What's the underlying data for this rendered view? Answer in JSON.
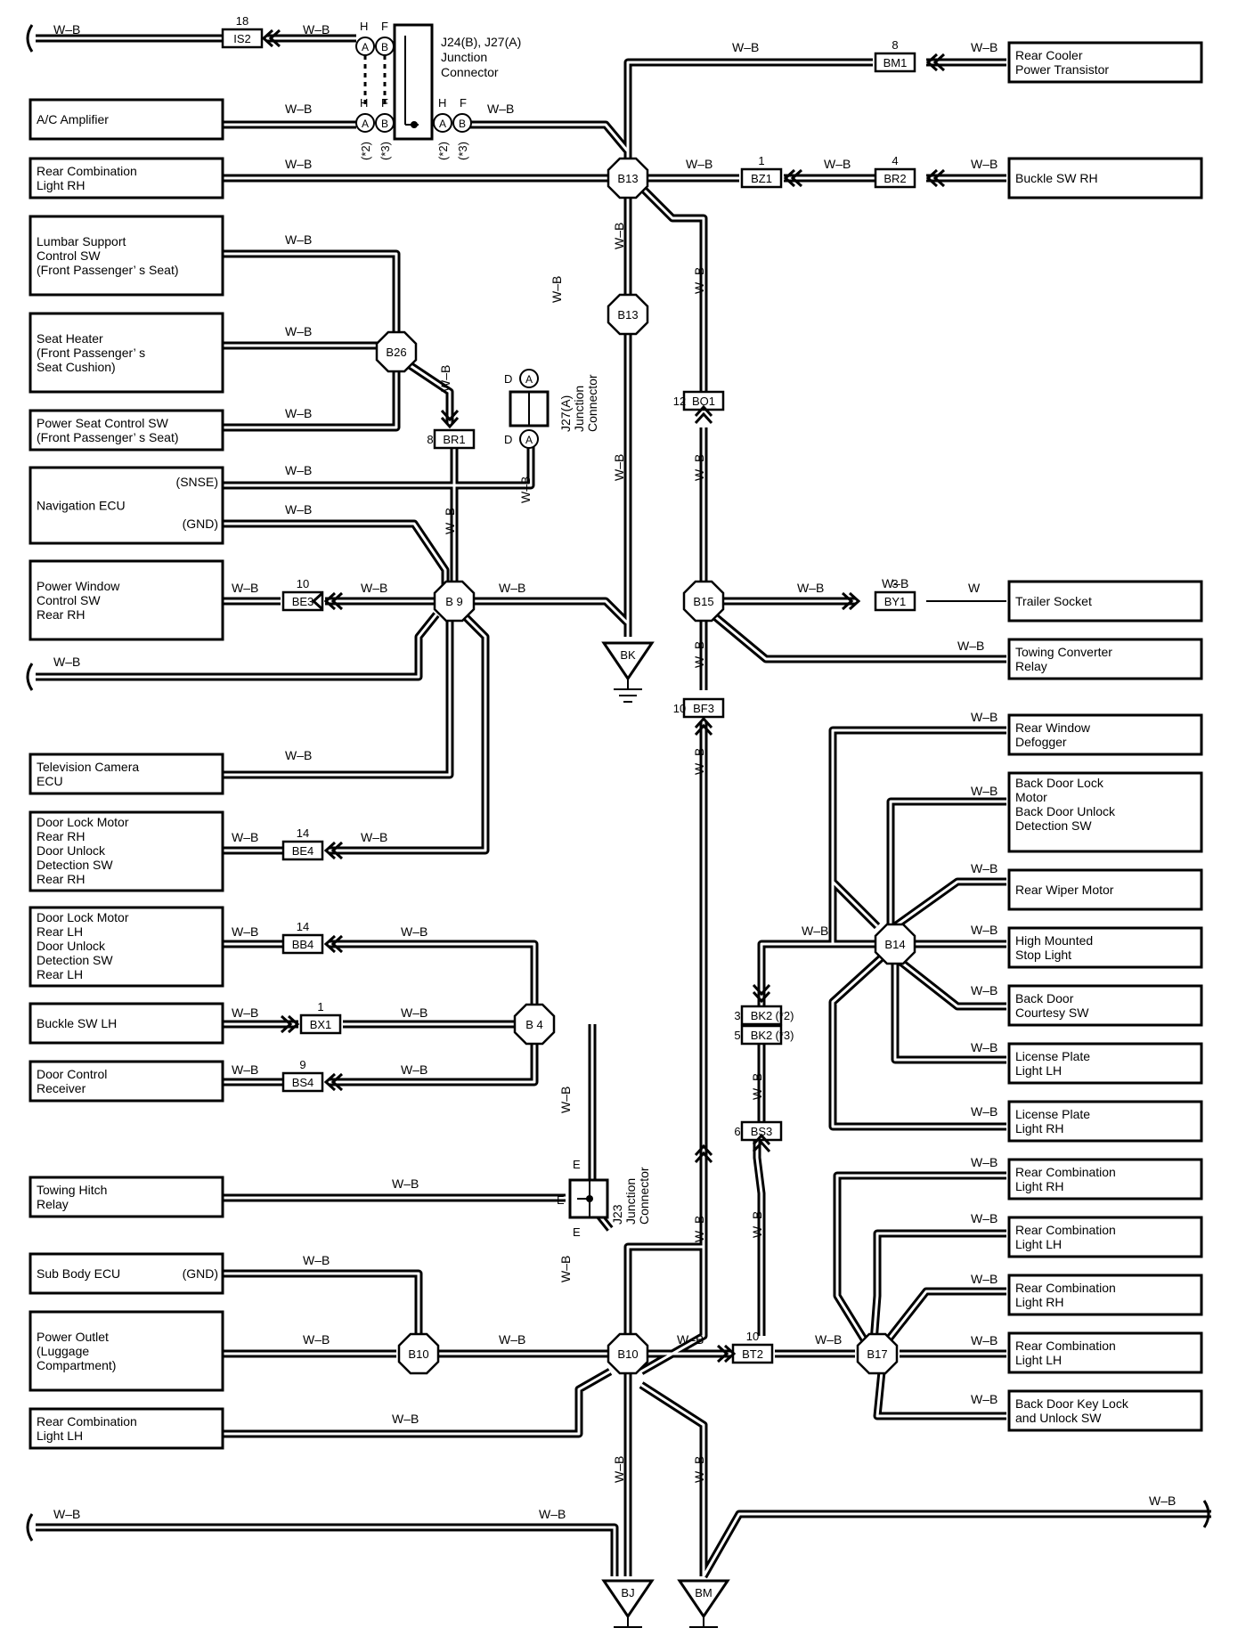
{
  "wire_color": "W–B",
  "wire_w": "W",
  "components": [
    {
      "id": "ac-amplifier",
      "lines": [
        "A/C Amplifier"
      ]
    },
    {
      "id": "rear-combination-light-rh-top",
      "lines": [
        "Rear Combination",
        "Light RH"
      ]
    },
    {
      "id": "lumbar-support-control-sw",
      "lines": [
        "Lumbar Support",
        "Control SW",
        "(Front Passenger’ s Seat)"
      ]
    },
    {
      "id": "seat-heater",
      "lines": [
        "Seat Heater",
        "(Front Passenger’ s",
        " Seat Cushion)"
      ]
    },
    {
      "id": "power-seat-control-sw",
      "lines": [
        "Power Seat Control SW",
        "(Front Passenger’ s Seat)"
      ]
    },
    {
      "id": "navigation-ecu",
      "lines": [
        "Navigation ECU"
      ],
      "pins": [
        "(SNSE)",
        "(GND)"
      ]
    },
    {
      "id": "power-window-control-sw",
      "lines": [
        "Power Window",
        "Control SW",
        "Rear RH"
      ]
    },
    {
      "id": "television-camera-ecu",
      "lines": [
        "Television Camera",
        "ECU"
      ]
    },
    {
      "id": "door-lock-motor-rear-rh",
      "lines": [
        "Door Lock Motor",
        "Rear RH",
        "Door Unlock",
        "Detection SW",
        "Rear RH"
      ]
    },
    {
      "id": "door-lock-motor-rear-lh",
      "lines": [
        "Door Lock Motor",
        "Rear LH",
        "Door Unlock",
        "Detection SW",
        "Rear LH"
      ]
    },
    {
      "id": "buckle-sw-lh",
      "lines": [
        "Buckle SW LH"
      ]
    },
    {
      "id": "door-control-receiver",
      "lines": [
        "Door Control",
        "Receiver"
      ]
    },
    {
      "id": "towing-hitch-relay",
      "lines": [
        "Towing Hitch",
        "Relay"
      ]
    },
    {
      "id": "sub-body-ecu",
      "lines": [
        "Sub Body ECU"
      ],
      "pins": [
        "(GND)"
      ]
    },
    {
      "id": "power-outlet",
      "lines": [
        "Power Outlet",
        "(Luggage",
        " Compartment)"
      ]
    },
    {
      "id": "rear-combination-light-lh-left",
      "lines": [
        "Rear Combination",
        "Light LH"
      ]
    },
    {
      "id": "rear-cooler-power-transistor",
      "lines": [
        "Rear Cooler",
        "Power Transistor"
      ]
    },
    {
      "id": "buckle-sw-rh",
      "lines": [
        "Buckle SW RH"
      ]
    },
    {
      "id": "trailer-socket",
      "lines": [
        "Trailer Socket"
      ]
    },
    {
      "id": "towing-converter-relay",
      "lines": [
        "Towing Converter",
        "Relay"
      ]
    },
    {
      "id": "rear-window-defogger",
      "lines": [
        "Rear Window",
        "Defogger"
      ]
    },
    {
      "id": "back-door-lock-motor",
      "lines": [
        "Back Door Lock",
        "Motor",
        "Back Door Unlock",
        "Detection SW"
      ]
    },
    {
      "id": "rear-wiper-motor",
      "lines": [
        "Rear Wiper Motor"
      ]
    },
    {
      "id": "high-mounted-stop-light",
      "lines": [
        "High Mounted",
        "Stop Light"
      ]
    },
    {
      "id": "back-door-courtesy-sw",
      "lines": [
        "Back Door",
        "Courtesy SW"
      ]
    },
    {
      "id": "license-plate-light-lh",
      "lines": [
        "License Plate",
        "Light LH"
      ]
    },
    {
      "id": "license-plate-light-rh",
      "lines": [
        "License Plate",
        "Light RH"
      ]
    },
    {
      "id": "rear-combination-light-rh-1",
      "lines": [
        "Rear Combination",
        "Light RH"
      ]
    },
    {
      "id": "rear-combination-light-lh-1",
      "lines": [
        "Rear Combination",
        "Light LH"
      ]
    },
    {
      "id": "rear-combination-light-rh-2",
      "lines": [
        "Rear Combination",
        "Light RH"
      ]
    },
    {
      "id": "rear-combination-light-lh-2",
      "lines": [
        "Rear Combination",
        "Light LH"
      ]
    },
    {
      "id": "back-door-key-lock-sw",
      "lines": [
        "Back Door Key Lock",
        "and Unlock SW"
      ]
    }
  ],
  "connectors": [
    {
      "id": "IS2",
      "label": "IS2",
      "pin": "18"
    },
    {
      "id": "BM1",
      "label": "BM1",
      "pin": "8"
    },
    {
      "id": "BZ1",
      "label": "BZ1",
      "pin": "1"
    },
    {
      "id": "BR2",
      "label": "BR2",
      "pin": "4"
    },
    {
      "id": "BR1",
      "label": "BR1",
      "pin": "8"
    },
    {
      "id": "BO1",
      "label": "BO1",
      "pin": "12"
    },
    {
      "id": "BE3",
      "label": "BE3",
      "pin": "10"
    },
    {
      "id": "BY1",
      "label": "BY1",
      "pin": "3"
    },
    {
      "id": "BF3",
      "label": "BF3",
      "pin": "10"
    },
    {
      "id": "BE4",
      "label": "BE4",
      "pin": "14"
    },
    {
      "id": "BB4",
      "label": "BB4",
      "pin": "14"
    },
    {
      "id": "BK2a",
      "label": "BK2",
      "pin": "3",
      "note": "(*2)"
    },
    {
      "id": "BK2b",
      "label": "BK2",
      "pin": "5",
      "note": "(*3)"
    },
    {
      "id": "BX1",
      "label": "BX1",
      "pin": "1"
    },
    {
      "id": "BS4",
      "label": "BS4",
      "pin": "9"
    },
    {
      "id": "BS3",
      "label": "BS3",
      "pin": "6"
    },
    {
      "id": "BT2",
      "label": "BT2",
      "pin": "10"
    }
  ],
  "splices": [
    {
      "id": "B13a",
      "label": "B13"
    },
    {
      "id": "B13b",
      "label": "B13"
    },
    {
      "id": "B26",
      "label": "B26"
    },
    {
      "id": "B9",
      "label": "B 9"
    },
    {
      "id": "B15",
      "label": "B15"
    },
    {
      "id": "B14",
      "label": "B14"
    },
    {
      "id": "B4",
      "label": "B 4"
    },
    {
      "id": "B10a",
      "label": "B10"
    },
    {
      "id": "B10b",
      "label": "B10"
    },
    {
      "id": "B17",
      "label": "B17"
    }
  ],
  "grounds": [
    {
      "id": "BK",
      "label": "BK"
    },
    {
      "id": "BJ",
      "label": "BJ"
    },
    {
      "id": "BM",
      "label": "BM"
    }
  ],
  "junctions": {
    "j24": {
      "lines": [
        "J24(B), J27(A)",
        "Junction",
        "Connector"
      ]
    },
    "j27": {
      "lines": [
        "J27(A)",
        "Junction",
        "Connector"
      ]
    },
    "j23": {
      "lines": [
        "J23",
        "Junction",
        "Connector"
      ]
    }
  },
  "pin_letters": {
    "h": "H",
    "f": "F",
    "a": "A",
    "b": "B",
    "d": "D",
    "e": "E"
  },
  "notes": {
    "n2": "(*2)",
    "n3": "(*3)"
  }
}
